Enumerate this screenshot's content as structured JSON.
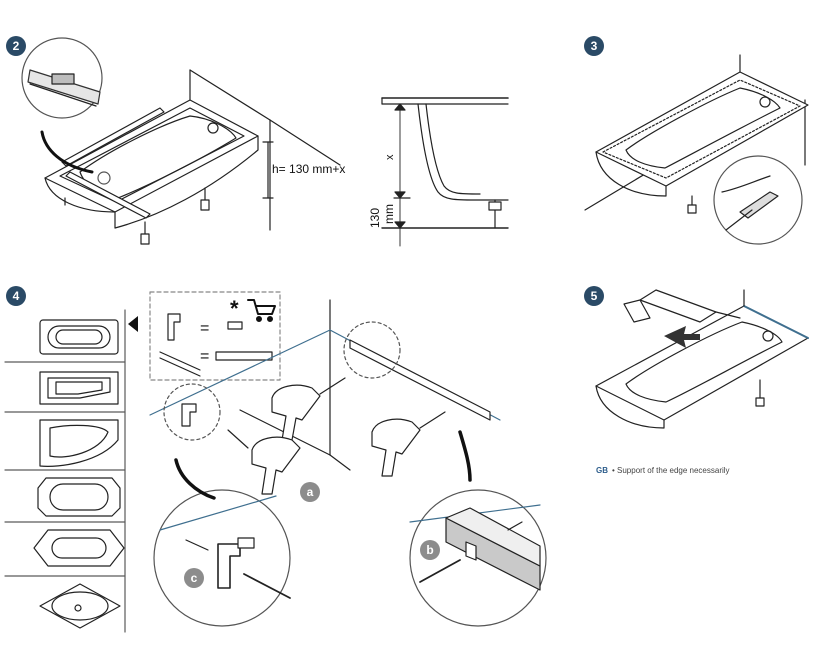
{
  "colors": {
    "badge": "#2a4a66",
    "accent_line": "#3f6f8f",
    "callout": "#8c8c8c",
    "gb": "#2e5e8c"
  },
  "steps": {
    "step2": {
      "number": "2",
      "height_formula": "h= 130 mm+x"
    },
    "profile": {
      "x_label": "x",
      "dimension_value": "130",
      "dimension_unit": "mm"
    },
    "step3": {
      "number": "3"
    },
    "step4": {
      "number": "4",
      "legend_symbols": {
        "equals": "=",
        "asterisk": "*"
      },
      "callouts": [
        "a",
        "b",
        "c"
      ]
    },
    "step5": {
      "number": "5"
    }
  },
  "note": {
    "lang_code": "GB",
    "text": "• Support of the edge necessarily"
  },
  "icons": [
    "shopping-cart-icon",
    "drill-icon",
    "caulking-gun-icon",
    "bracket-icon",
    "screw-icon",
    "arrow-left-icon"
  ]
}
